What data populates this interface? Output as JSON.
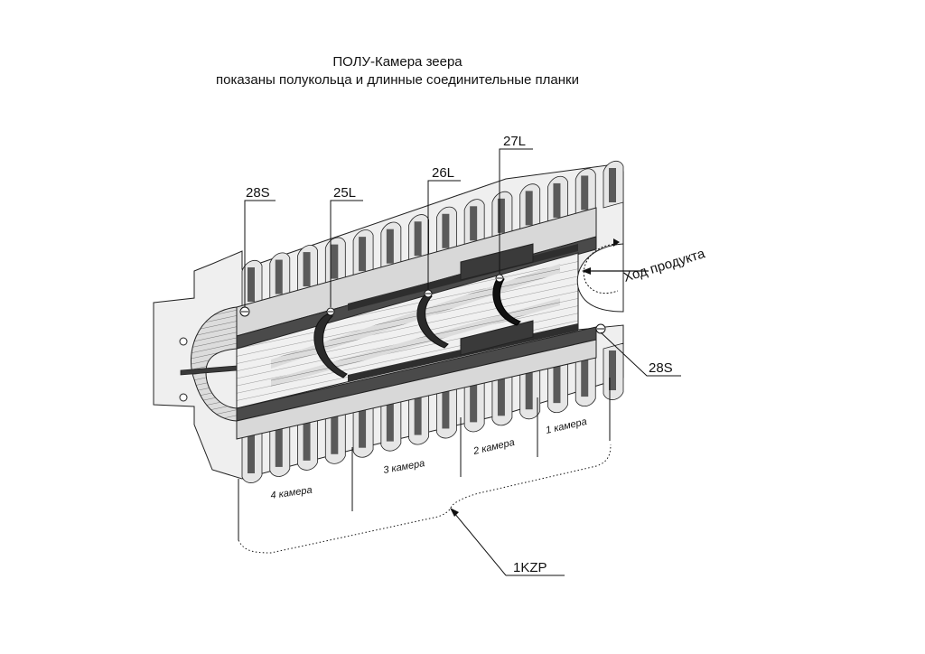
{
  "title": {
    "line1": "ПОЛУ-Камера зеера",
    "line2": "показаны полукольца и длинные соединительные планки"
  },
  "callouts": {
    "c28s_left": "28S",
    "c25l": "25L",
    "c26l": "26L",
    "c27l": "27L",
    "c28s_right": "28S",
    "c1kzp": "1KZP"
  },
  "flow_label": "Ход продукта",
  "chambers": {
    "ch1": "1 камера",
    "ch2": "2 камера",
    "ch3": "3 камера",
    "ch4": "4 камера"
  },
  "colors": {
    "ink": "#111111",
    "fin_light": "#e6e6e6",
    "fin_dark": "#5a5a5a",
    "bore": "#f2f2f2",
    "slat": "#3a3a3a",
    "body": "#ececec"
  }
}
